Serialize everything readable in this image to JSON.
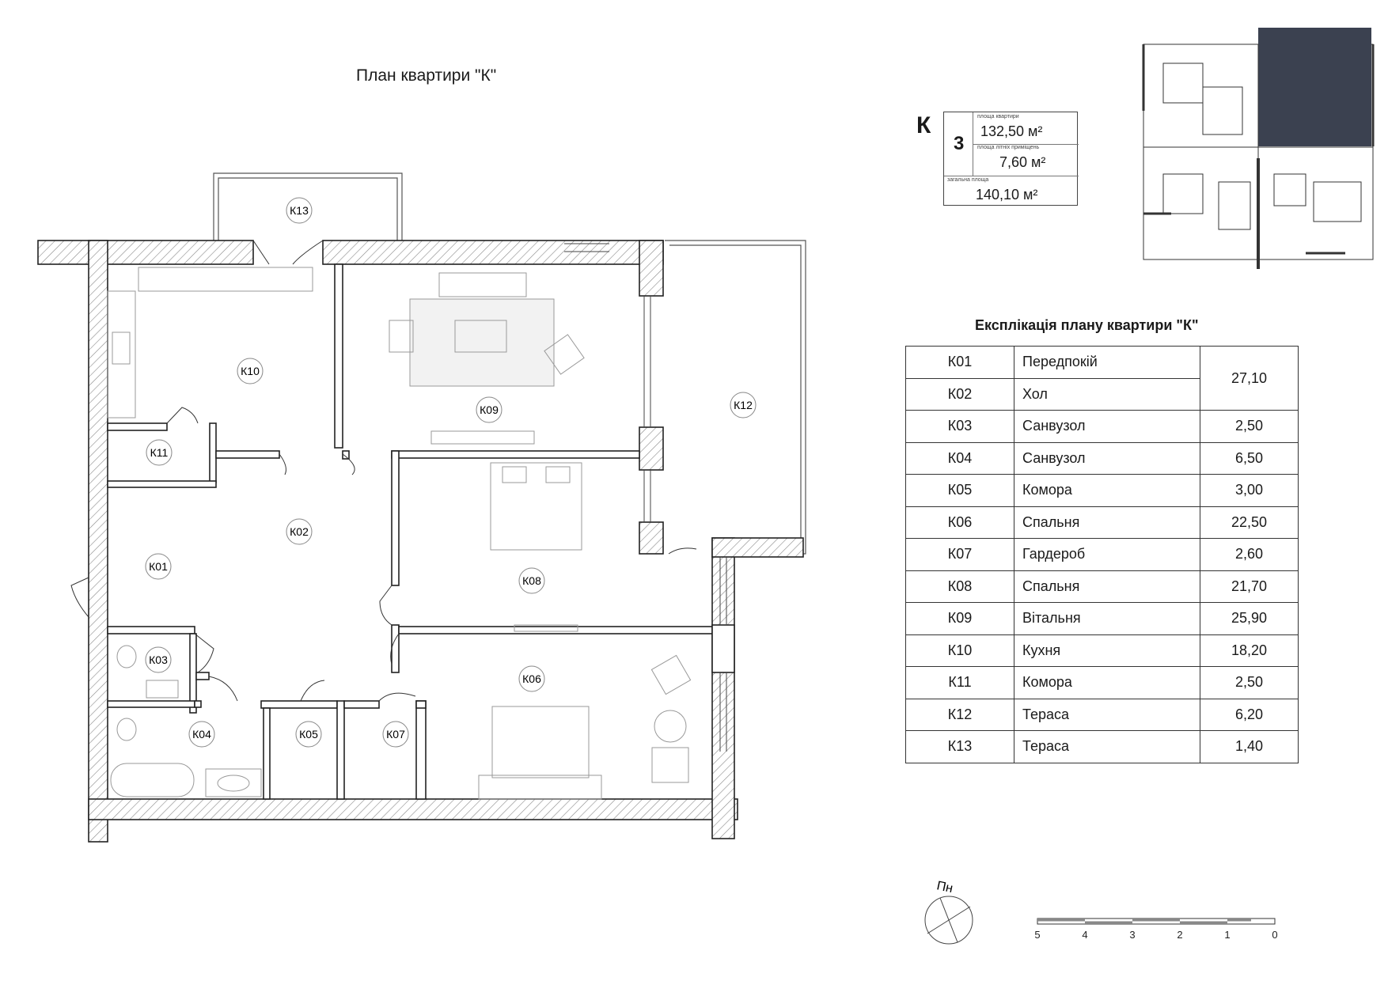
{
  "title": "План квартири \"К\"",
  "apartment": {
    "letter": "К",
    "floor": "3",
    "apartment_area_label": "площа квартири",
    "apartment_area": "132,50 м²",
    "auxiliary_area_label": "площа літніх приміщень",
    "auxiliary_area": "7,60 м²",
    "total_area_label": "загальна площа",
    "total_area": "140,10 м²"
  },
  "explication": {
    "title": "Експлікація плану квартири \"К\"",
    "rows": [
      {
        "code": "К01",
        "name": "Передпокій"
      },
      {
        "code": "К02",
        "name": "Хол"
      },
      {
        "code": "К03",
        "name": "Санвузол",
        "area": "2,50"
      },
      {
        "code": "К04",
        "name": "Санвузол",
        "area": "6,50"
      },
      {
        "code": "К05",
        "name": "Комора",
        "area": "3,00"
      },
      {
        "code": "К06",
        "name": "Спальня",
        "area": "22,50"
      },
      {
        "code": "К07",
        "name": "Гардероб",
        "area": "2,60"
      },
      {
        "code": "К08",
        "name": "Спальня",
        "area": "21,70"
      },
      {
        "code": "К09",
        "name": "Вітальня",
        "area": "25,90"
      },
      {
        "code": "К10",
        "name": "Кухня",
        "area": "18,20"
      },
      {
        "code": "К11",
        "name": "Комора",
        "area": "2,50"
      },
      {
        "code": "К12",
        "name": "Тераса",
        "area": "6,20"
      },
      {
        "code": "К13",
        "name": "Тераса",
        "area": "1,40"
      }
    ],
    "merged_area_k01_k02": "27,10"
  },
  "room_labels": [
    "К01",
    "К02",
    "К03",
    "К04",
    "К05",
    "К06",
    "К07",
    "К08",
    "К09",
    "К10",
    "К11",
    "К12",
    "К13"
  ],
  "north_label": "Пн",
  "scale_bar": {
    "ticks": [
      "5",
      "4",
      "3",
      "2",
      "1",
      "0"
    ]
  }
}
